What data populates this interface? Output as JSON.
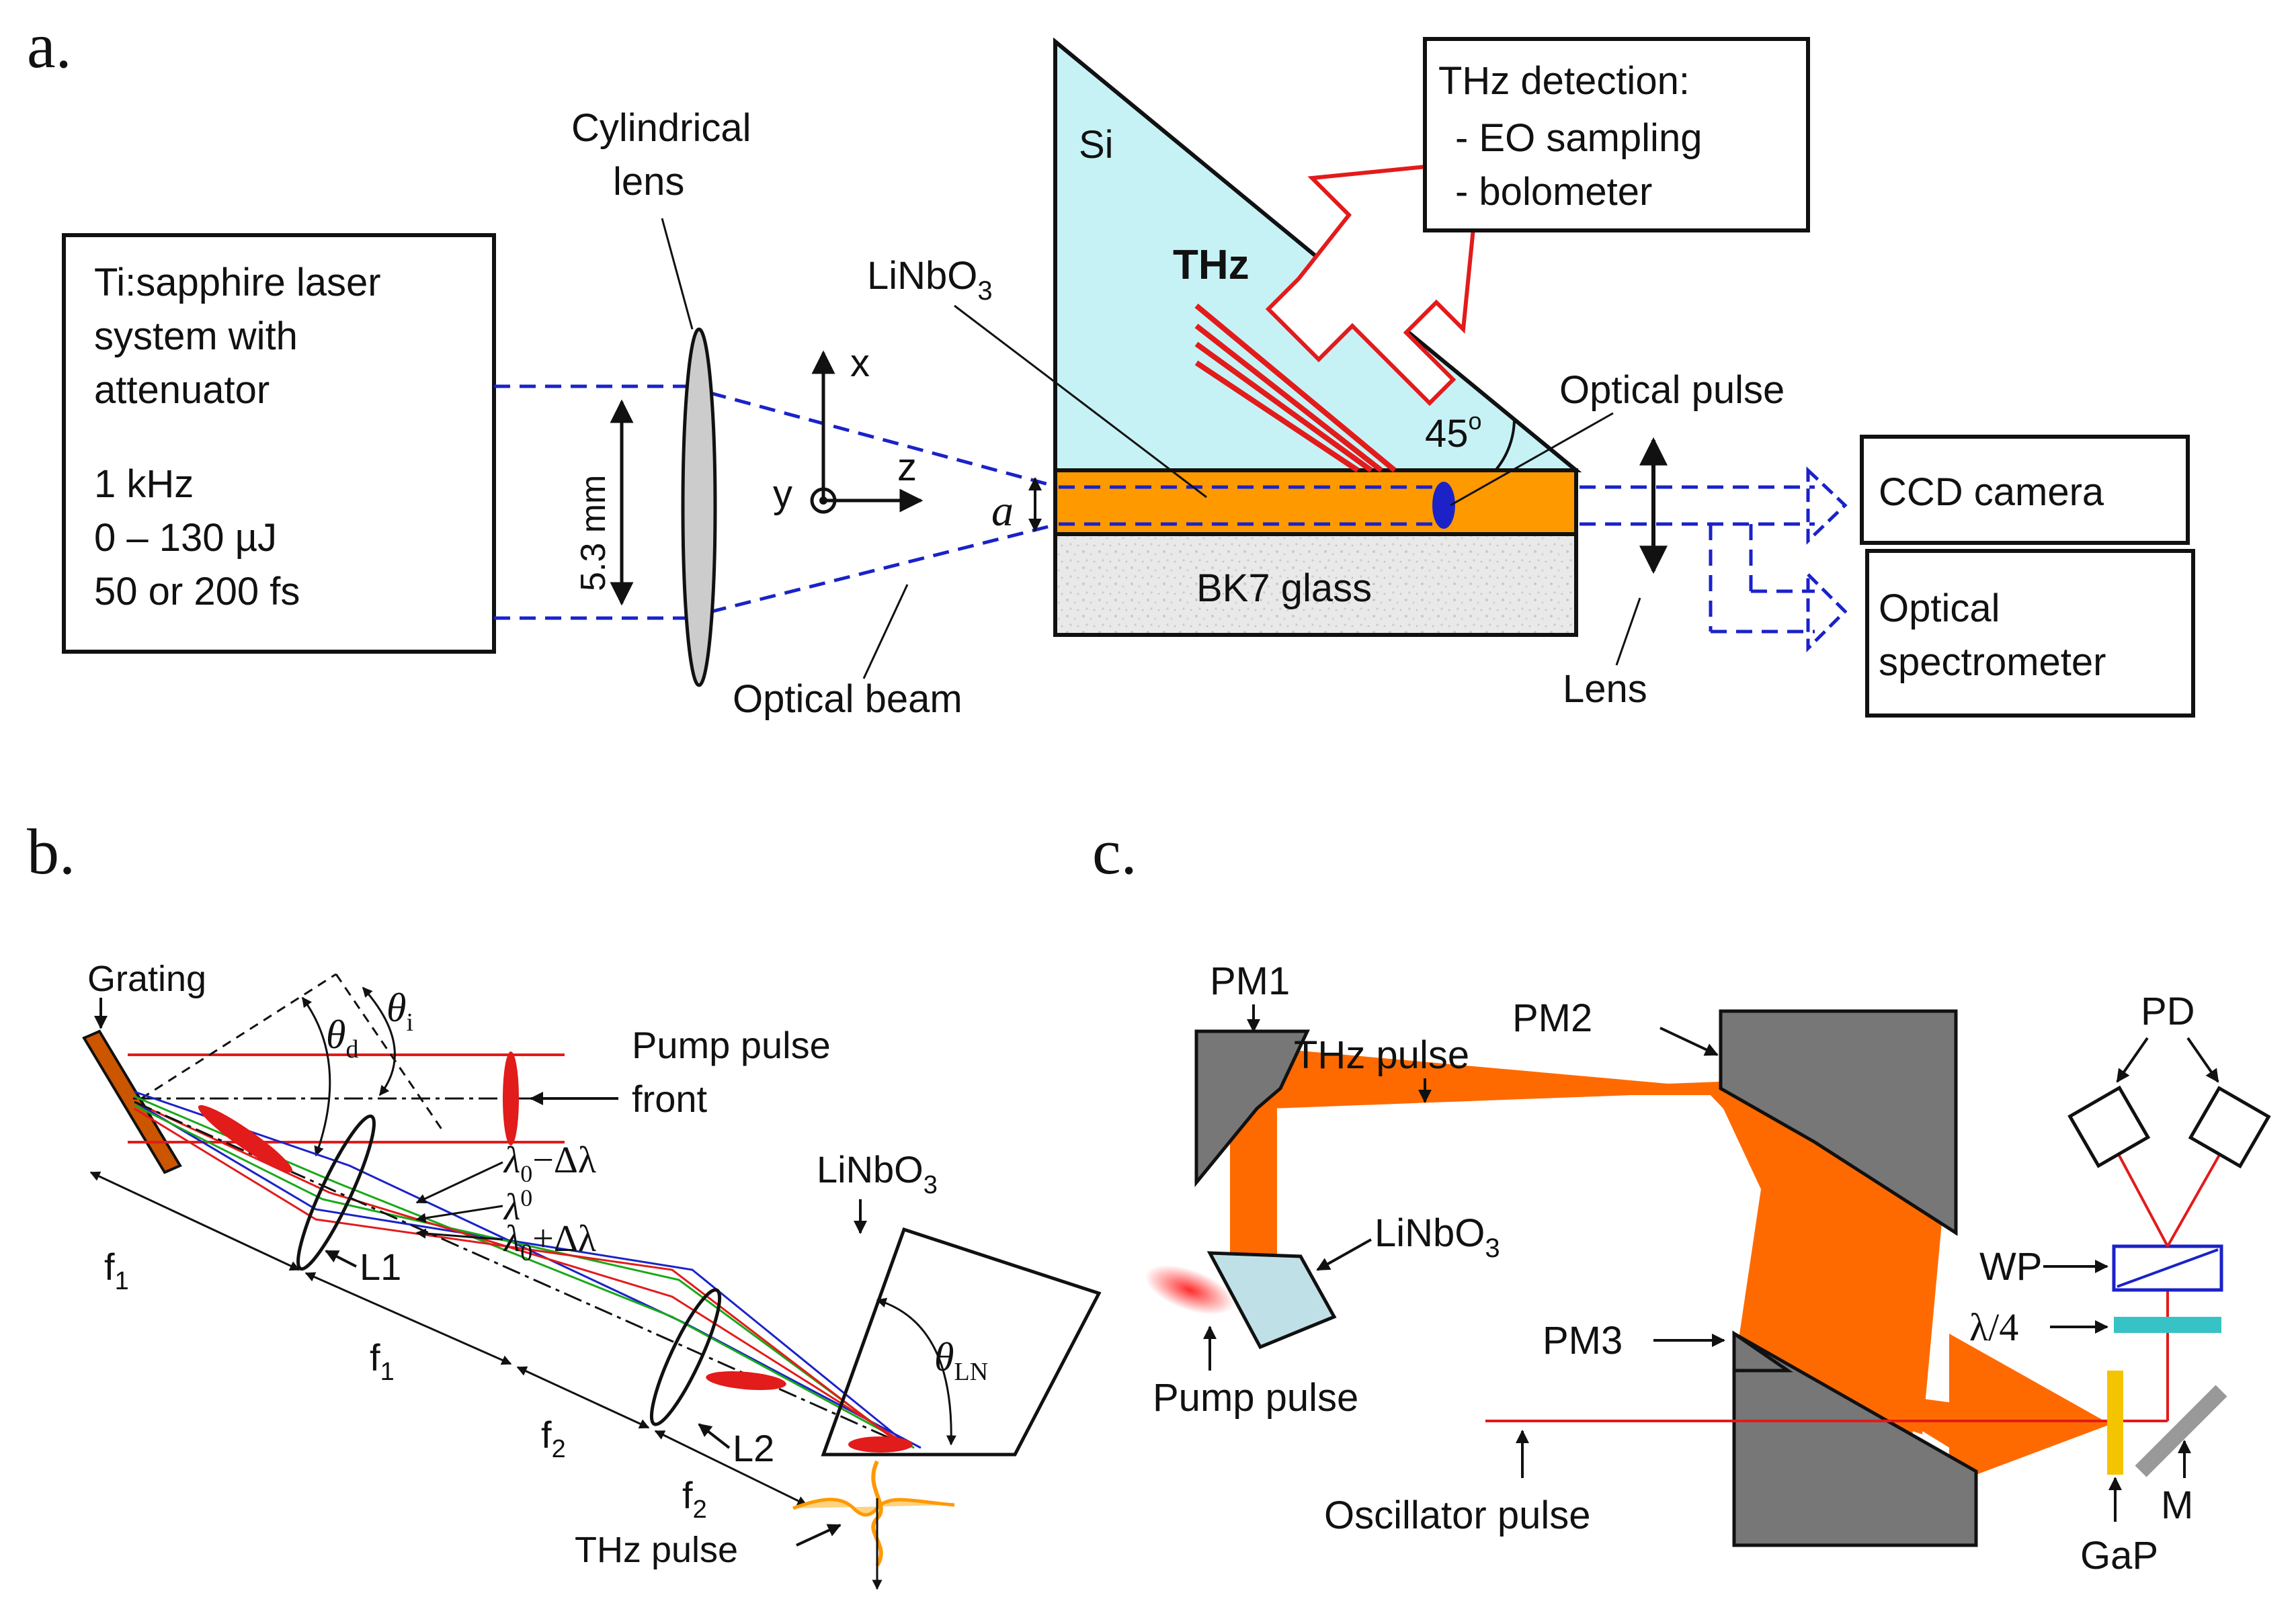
{
  "panel_a": {
    "label": "a.",
    "laser": {
      "line1": "Ti:sapphire laser",
      "line2": "system with",
      "line3": "attenuator",
      "line4": "1 kHz",
      "line5": "0 – 130 µJ",
      "line6": "50 or 200 fs"
    },
    "cyl_lens": {
      "line1": "Cylindrical",
      "line2": "lens"
    },
    "beam_width": "5.3 mm",
    "axes": {
      "x": "x",
      "y": "y",
      "z": "z"
    },
    "gap": "a",
    "si": "Si",
    "thz": "THz",
    "linbo3": {
      "main": "LiNbO",
      "sub": "3"
    },
    "angle": "45",
    "angle_sup": "o",
    "optical_pulse": "Optical pulse",
    "bk7": "BK7 glass",
    "optical_beam": "Optical beam",
    "lens": "Lens",
    "detection": {
      "line1": "THz detection:",
      "line2": "- EO sampling",
      "line3": "- bolometer"
    },
    "ccd": "CCD camera",
    "spectrometer": {
      "line1": "Optical",
      "line2": "spectrometer"
    }
  },
  "panel_b": {
    "label": "b.",
    "grating": "Grating",
    "theta": "θ",
    "theta_d_sub": "d",
    "theta_i_sub": "i",
    "pump": {
      "line1": "Pump pulse",
      "line2": "front"
    },
    "lambda": "λ",
    "lam_sub": "0",
    "minus": "−Δλ",
    "plus": "+Δλ",
    "linbo3": {
      "main": "LiNbO",
      "sub": "3"
    },
    "f": "f",
    "f1_sub": "1",
    "f2_sub": "2",
    "l1": "L1",
    "l2": "L2",
    "theta_ln_sub": "LN",
    "thz_pulse": "THz pulse"
  },
  "panel_c": {
    "label": "c.",
    "pm1": "PM1",
    "pm2": "PM2",
    "pm3": "PM3",
    "thz_pulse": "THz pulse",
    "linbo3": {
      "main": "LiNbO",
      "sub": "3"
    },
    "pump_pulse": "Pump pulse",
    "oscillator": "Oscillator pulse",
    "pd": "PD",
    "wp": "WP",
    "quarter": "λ/4",
    "gap": "GaP",
    "m": "M"
  },
  "colors": {
    "beam_blue": "#1a22c8",
    "thz_red": "#e21b1b",
    "orange": "#ff9900",
    "orange_c": "#ff6a00",
    "si_cyan": "#c6f2f6",
    "mirror_gray": "#777777",
    "teal": "#37c3c6",
    "gap_yellow": "#f5c400",
    "linbo3_c": "#bfe0e6"
  }
}
